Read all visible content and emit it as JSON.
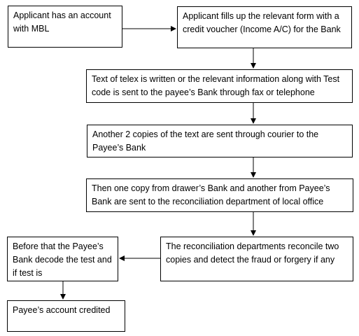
{
  "flowchart": {
    "nodes": [
      {
        "id": "account",
        "text": "Applicant has an account with MBL"
      },
      {
        "id": "form",
        "text": "Applicant fills up the relevant form with a credit voucher (Income A/C) for the Bank"
      },
      {
        "id": "telex",
        "text": "Text of telex is written or the relevant information along with Test code is sent to the payee’s Bank through fax or telephone"
      },
      {
        "id": "copies",
        "text": "Another 2 copies of the text are sent through courier to the Payee’s Bank"
      },
      {
        "id": "one-copy",
        "text": "Then one copy from drawer’s Bank and another from Payee’s Bank are sent to the reconciliation department of local office"
      },
      {
        "id": "reconcile",
        "text": "The reconciliation departments reconcile two copies and detect the fraud or forgery if any"
      },
      {
        "id": "decode",
        "text": "Before that the Payee’s Bank decode the test and if test is"
      },
      {
        "id": "credited",
        "text": "Payee’s account credited"
      }
    ],
    "edges": [
      {
        "from": "account",
        "to": "form"
      },
      {
        "from": "form",
        "to": "telex"
      },
      {
        "from": "telex",
        "to": "copies"
      },
      {
        "from": "copies",
        "to": "one-copy"
      },
      {
        "from": "one-copy",
        "to": "reconcile"
      },
      {
        "from": "reconcile",
        "to": "decode"
      },
      {
        "from": "decode",
        "to": "credited"
      }
    ]
  }
}
